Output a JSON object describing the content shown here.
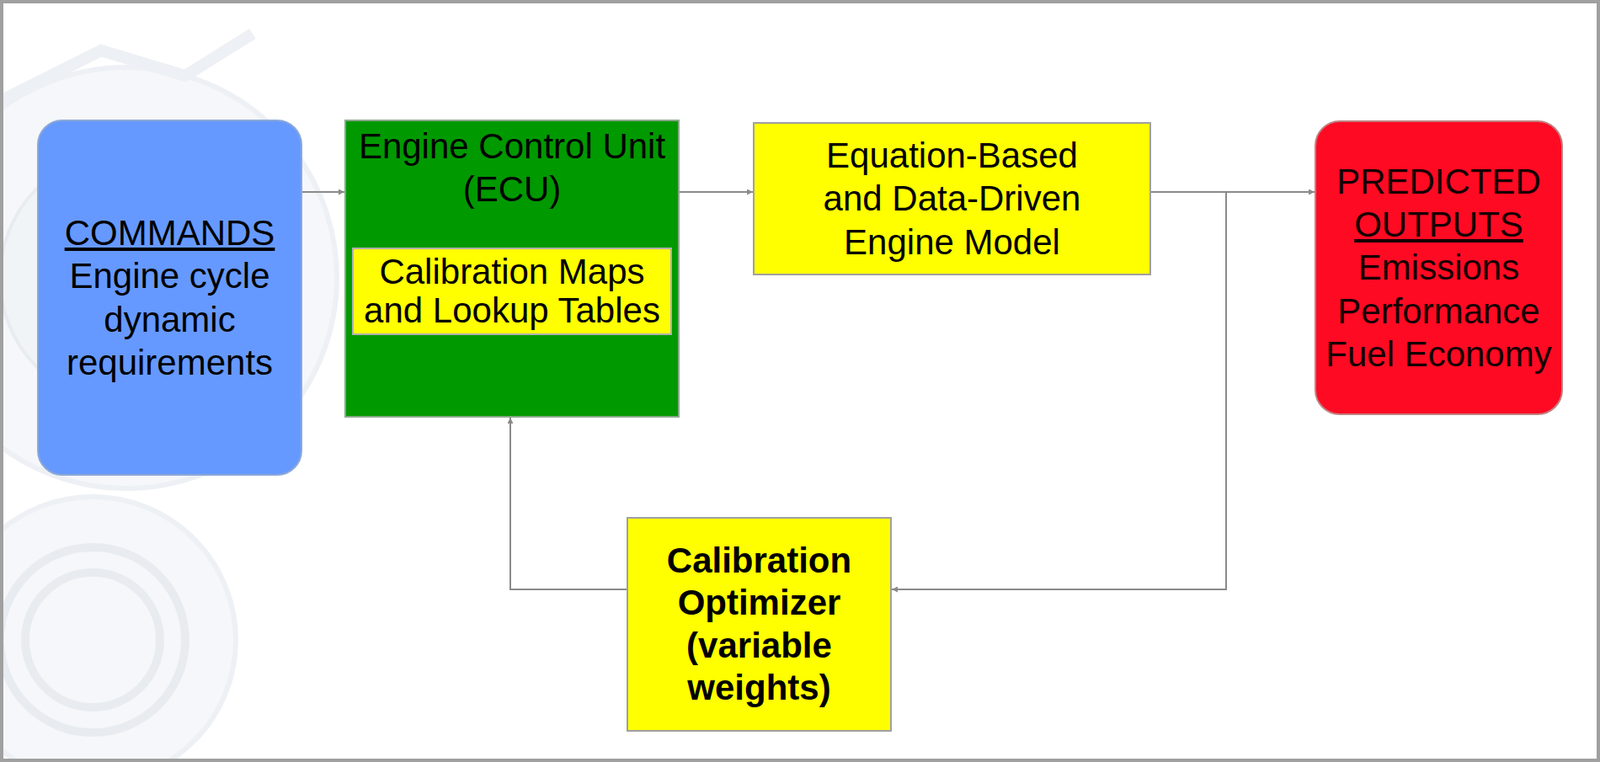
{
  "diagram": {
    "nodes": [
      {
        "text": [
          "COMMANDS",
          "Engine cycle dynamic requirements"
        ]
      },
      {
        "text": [
          "Engine Control Unit (ECU)"
        ]
      },
      {
        "text": [
          "Calibration Maps and Lookup Tables"
        ],
        "in": 1
      },
      {
        "text": [
          "Equation-Based and Data-Driven Engine Model"
        ]
      },
      {
        "text": [
          "PREDICTED",
          "OUTPUTS",
          "Emissions Performance Fuel Economy"
        ]
      },
      {
        "text": [
          "Calibration Optimizer (variable weights)"
        ]
      }
    ],
    "edges": [
      {
        "from": 0,
        "to": 1,
        "arrow": "to"
      },
      {
        "from": 1,
        "to": 3,
        "arrow": "to"
      },
      {
        "from": 3,
        "to": 4,
        "arrow": "to"
      },
      {
        "from": 3,
        "to": 5,
        "arrow": "to"
      },
      {
        "from": 5,
        "to": 1,
        "arrow": "to"
      }
    ]
  }
}
